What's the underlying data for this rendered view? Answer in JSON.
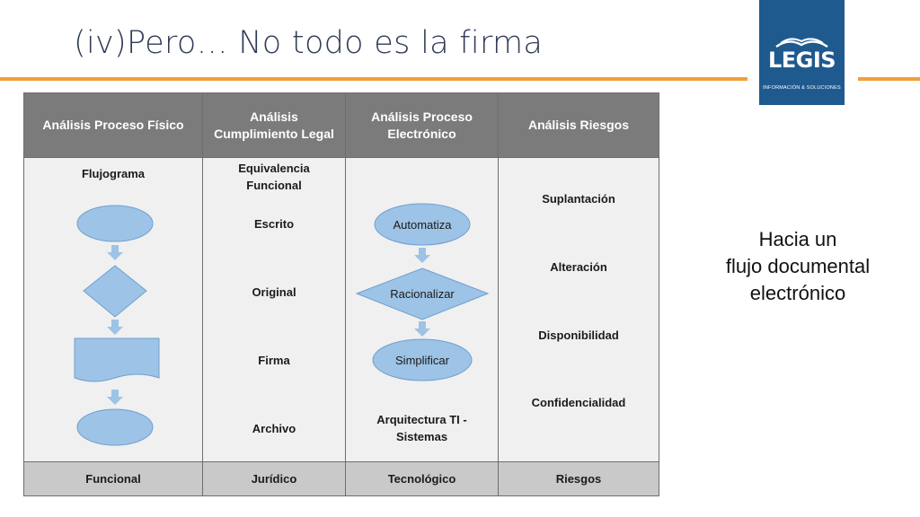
{
  "slide": {
    "title": "(iv)Pero… No todo es la firma",
    "side_text_lines": [
      "Hacia un",
      "flujo documental",
      "electrónico"
    ]
  },
  "logo": {
    "name": "LEGIS",
    "tagline": "INFORMACIÓN & SOLUCIONES"
  },
  "colors": {
    "accent_rule": "#f0a03a",
    "logo_background": "#1f5a8f",
    "header_background": "#7b7b7b",
    "body_background": "#f0f0f0",
    "footer_background": "#c9c9c9",
    "shape_fill": "#9dc3e6",
    "shape_stroke": "#6f9fd0"
  },
  "table": {
    "headers": [
      "Análisis Proceso Físico",
      "Análisis Cumplimiento Legal",
      "Análisis Proceso Electrónico",
      "Análisis Riesgos"
    ],
    "fisico": {
      "heading": "Flujograma",
      "shapes": [
        "oval",
        "diamond",
        "document",
        "oval"
      ]
    },
    "legal": {
      "items": [
        "Equivalencia Funcional",
        "Escrito",
        "Original",
        "Firma",
        "Archivo"
      ]
    },
    "electronico": {
      "steps": [
        "Automatiza",
        "Racionalizar",
        "Simplificar"
      ],
      "footer_note": "Arquitectura TI - Sistemas"
    },
    "riesgos": {
      "items": [
        "Suplantación",
        "Alteración",
        "Disponibilidad",
        "Confidencialidad"
      ]
    },
    "footers": [
      "Funcional",
      "Jurídico",
      "Tecnológico",
      "Riesgos"
    ]
  }
}
